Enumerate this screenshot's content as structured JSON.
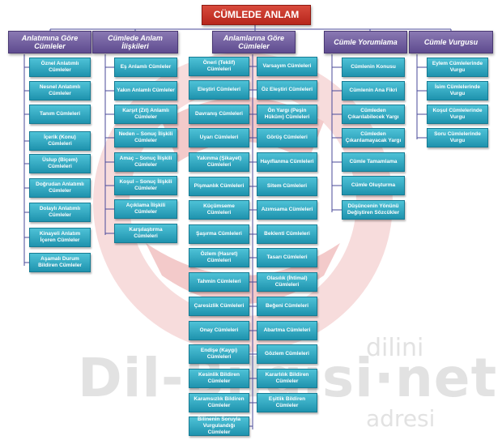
{
  "title": "CÜMLEDE ANLAM",
  "categories": [
    {
      "label": "Anlatımına Göre Cümleler",
      "items": [
        "Öznel Anlatımlı Cümleler",
        "Nesnel Anlatımlı Cümleler",
        "Tanım Cümleleri",
        "İçerik (Konu) Cümleleri",
        "Üslup (Biçem) Cümleleri",
        "Doğrudan Anlatımlı Cümleler",
        "Dolaylı Anlatımlı Cümleler",
        "Kinayeli Anlatım İçeren Cümleler",
        "Aşamalı Durum Bildiren Cümleler"
      ]
    },
    {
      "label": "Cümlede Anlam İlişkileri",
      "items": [
        "Eş Anlamlı Cümleler",
        "Yakın Anlamlı Cümleler",
        "Karşıt (Zıt) Anlamlı Cümleler",
        "Neden – Sonuç İlişkili Cümleler",
        "Amaç – Sonuç İlişkili Cümleler",
        "Koşul – Sonuç İlişkili Cümleler",
        "Açıklama İlişkili Cümleler",
        "Karşılaştırma Cümleleri"
      ]
    },
    {
      "label": "Anlamlarına Göre Cümleler",
      "items_left": [
        "Öneri (Teklif) Cümleleri",
        "Eleştiri Cümleleri",
        "Davranış Cümleleri",
        "Uyarı Cümleleri",
        "Yakınma (Şikayet) Cümleleri",
        "Pişmanlık Cümleleri",
        "Küçümseme Cümleleri",
        "Şaşırma Cümleleri",
        "Özlem (Hasret) Cümleleri",
        "Tahmin Cümleleri",
        "Çaresizlik Cümleleri",
        "Onay Cümleleri",
        "Endişe (Kaygı) Cümleleri",
        "Kesinlik Bildiren Cümleler",
        "Karamsızlık Bildiren Cümleler",
        "Bilinenin Soruyla Vurgulandığı Cümleler"
      ],
      "items_right": [
        "Varsayım Cümleleri",
        "Öz Eleştiri Cümleleri",
        "Ön Yargı (Peşin Hüküm) Cümleleri",
        "Görüş Cümleleri",
        "Hayıflanma Cümleleri",
        "Sitem Cümleleri",
        "Azımsama Cümleleri",
        "Beklenti Cümleleri",
        "Tasarı Cümleleri",
        "Olasılık (İhtimal) Cümleleri",
        "Beğeni Cümleleri",
        "Abartma Cümleleri",
        "Gözlem Cümleleri",
        "Kararlılık Bildiren Cümleler",
        "Eşitlik Bildiren Cümleler"
      ]
    },
    {
      "label": "Cümle Yorumlama",
      "items": [
        "Cümlenin Konusu",
        "Cümlenin Ana Fikri",
        "Cümleden Çıkarılabilecek Yargı",
        "Cümleden Çıkarılamayacak Yargı",
        "Cümle Tamamlama",
        "Cümle Oluşturma",
        "Düşüncenin Yönünü Değiştiren Sözcükler"
      ]
    },
    {
      "label": "Cümle Vurgusu",
      "items": [
        "Eylem Cümlelerinde Vurgu",
        "İsim Cümlelerinde Vurgu",
        "Koşul Cümlelerinde Vurgu",
        "Soru Cümlelerinde Vurgu"
      ]
    }
  ],
  "watermark": {
    "main": "Dil-Bilgisi·net",
    "top": "dilini",
    "bottom": "adresi"
  },
  "colors": {
    "title": "#c0392b",
    "category": "#6b5a9e",
    "item": "#2eaac4",
    "line": "#4a4a9a"
  }
}
